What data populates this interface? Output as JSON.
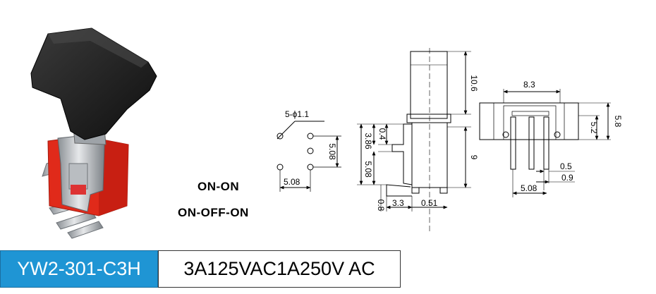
{
  "modes": [
    "ON-ON",
    "ON-OFF-ON"
  ],
  "model": "YW2-301-C3H",
  "rating": "3A125VAC1A250V AC",
  "dims": {
    "pin_holes": "5-ϕ1.1",
    "pitch_v": "5.08",
    "pitch_h": "5.08",
    "d_10_6": "10.6",
    "d_0_4": "0.4",
    "d_3_86": "3.86",
    "d_5_08_side": "5.08",
    "d_9": "9",
    "d_0_8": "0.8",
    "d_3_3": "3.3",
    "d_0_51": "0.51",
    "d_8_3": "8.3",
    "d_5_2": "5.2",
    "d_5_8": "5.8",
    "d_0_5": "0.5",
    "d_0_9": "0.9",
    "d_5_08_front": "5.08"
  },
  "colors": {
    "label_bg": "#1f95d4",
    "switch_body": "#e02a1a",
    "rocker": "#1c1c1c"
  }
}
